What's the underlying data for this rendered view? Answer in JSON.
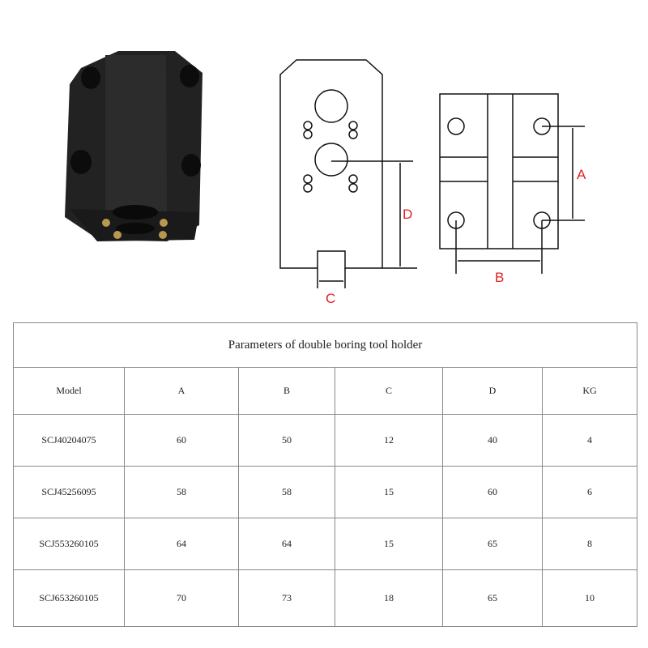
{
  "drawing": {
    "labels": {
      "A": "A",
      "B": "B",
      "C": "C",
      "D": "D"
    }
  },
  "table": {
    "title": "Parameters of double boring tool holder",
    "headers": [
      "Model",
      "A",
      "B",
      "C",
      "D",
      "KG"
    ],
    "rows": [
      [
        "SCJ40204075",
        "60",
        "50",
        "12",
        "40",
        "4"
      ],
      [
        "SCJ45256095",
        "58",
        "58",
        "15",
        "60",
        "6"
      ],
      [
        "SCJ553260105",
        "64",
        "64",
        "15",
        "65",
        "8"
      ],
      [
        "SCJ653260105",
        "70",
        "73",
        "18",
        "65",
        "10"
      ]
    ]
  }
}
